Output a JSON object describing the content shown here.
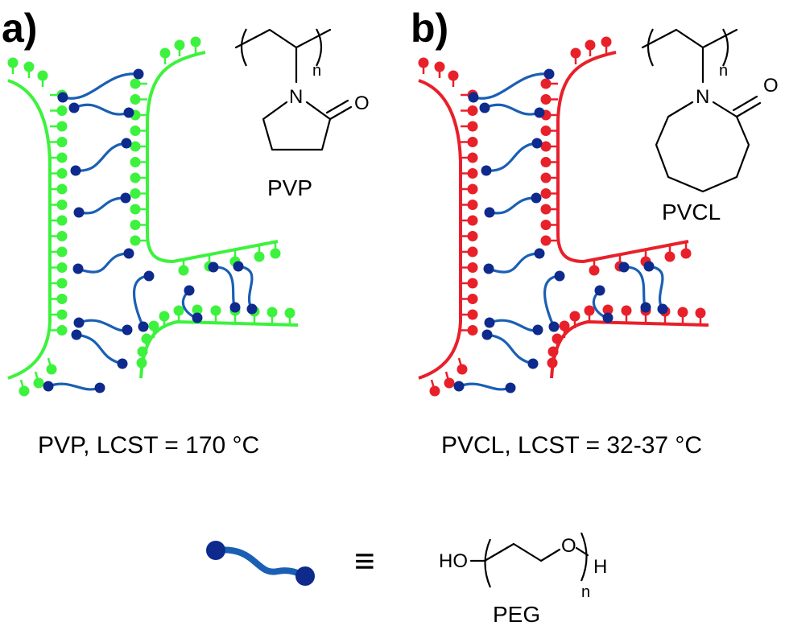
{
  "panel_a": {
    "label": "a)",
    "polymer_name": "PVP",
    "repeat_subscript": "n",
    "atom_n": "N",
    "atom_o": "O",
    "caption": "PVP, LCST = 170 °C",
    "color": "#3df23d"
  },
  "panel_b": {
    "label": "b)",
    "polymer_name": "PVCL",
    "repeat_subscript": "n",
    "atom_n": "N",
    "atom_o": "O",
    "caption": "PVCL, LCST = 32-37 °C",
    "color": "#e8202a"
  },
  "legend": {
    "equiv_symbol": "≡",
    "ho": "HO",
    "o": "O",
    "h": "H",
    "n": "n",
    "name": "PEG",
    "chain_color": "#1a5fb4",
    "bead_color": "#0d2a8c"
  }
}
